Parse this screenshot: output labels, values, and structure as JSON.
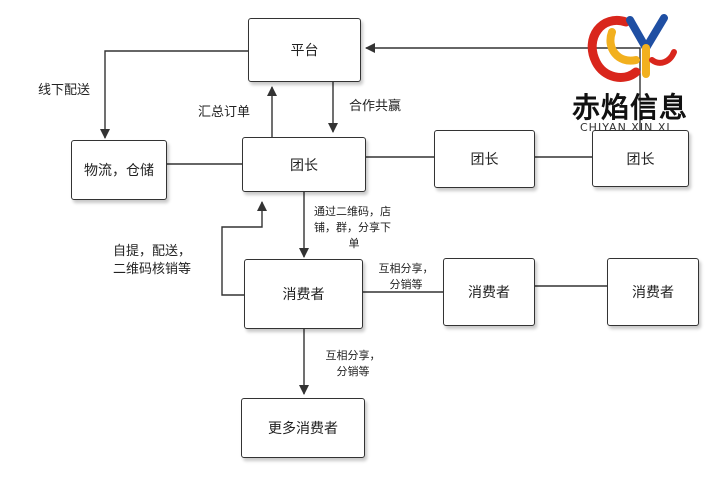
{
  "nodes": {
    "platform": "平台",
    "logistics": "物流，仓储",
    "leader_main": "团长",
    "leader_2": "团长",
    "leader_3": "团长",
    "consumer_main": "消费者",
    "consumer_2": "消费者",
    "consumer_3": "消费者",
    "more_consumers": "更多消费者"
  },
  "edge_labels": {
    "offline_delivery": "线下配送",
    "summary_orders": "汇总订单",
    "win_win": "合作共赢",
    "via_qr_line1": "通过二维码，店",
    "via_qr_line2": "铺，群，分享下",
    "via_qr_line3": "单",
    "pickup_line1": "自提，配送，",
    "pickup_line2": "二维码核销等",
    "share_right_line1": "互相分享，",
    "share_right_line2": "分销等",
    "share_down_line1": "互相分享，",
    "share_down_line2": "分销等"
  },
  "logo": {
    "cn": "赤焰信息",
    "en": "CHIYAN XIN XI",
    "colors": {
      "red": "#d9261c",
      "yellow": "#f2b01e",
      "blue": "#1f4fa3"
    }
  }
}
